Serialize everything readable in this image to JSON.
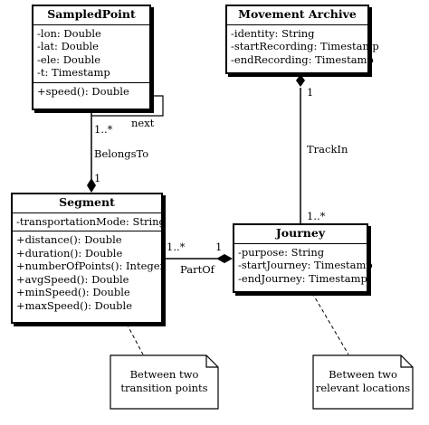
{
  "classes": {
    "sampled_point": {
      "name": "SampledPoint",
      "attributes": [
        "-lon: Double",
        "-lat: Double",
        "-ele: Double",
        "-t: Timestamp"
      ],
      "methods": [
        "+speed(): Double"
      ]
    },
    "movement_archive": {
      "name": "Movement Archive",
      "attributes": [
        "-identity: String",
        "-startRecording: Timestamp",
        "-endRecording: Timestamp"
      ],
      "methods": []
    },
    "segment": {
      "name": "Segment",
      "attributes": [
        "-transportationMode: String"
      ],
      "methods": [
        "+distance(): Double",
        "+duration(): Double",
        "+numberOfPoints(): Integer",
        "+avgSpeed(): Double",
        "+minSpeed(): Double",
        "+maxSpeed(): Double"
      ]
    },
    "journey": {
      "name": "Journey",
      "attributes": [
        "-purpose: String",
        "-startJourney: Timestamp",
        "-endJourney: Timestamp"
      ],
      "methods": []
    }
  },
  "associations": {
    "next": {
      "label": "next"
    },
    "belongs_to": {
      "label": "BelongsTo",
      "source_multiplicity": "1..*",
      "target_multiplicity": "1"
    },
    "track_in": {
      "label": "TrackIn",
      "source_multiplicity": "1",
      "target_multiplicity": "1..*"
    },
    "part_of": {
      "label": "PartOf",
      "source_multiplicity": "1..*",
      "target_multiplicity": "1"
    }
  },
  "notes": {
    "segment_note": [
      "Between two",
      "transition points"
    ],
    "journey_note": [
      "Between two",
      "relevant locations"
    ]
  }
}
